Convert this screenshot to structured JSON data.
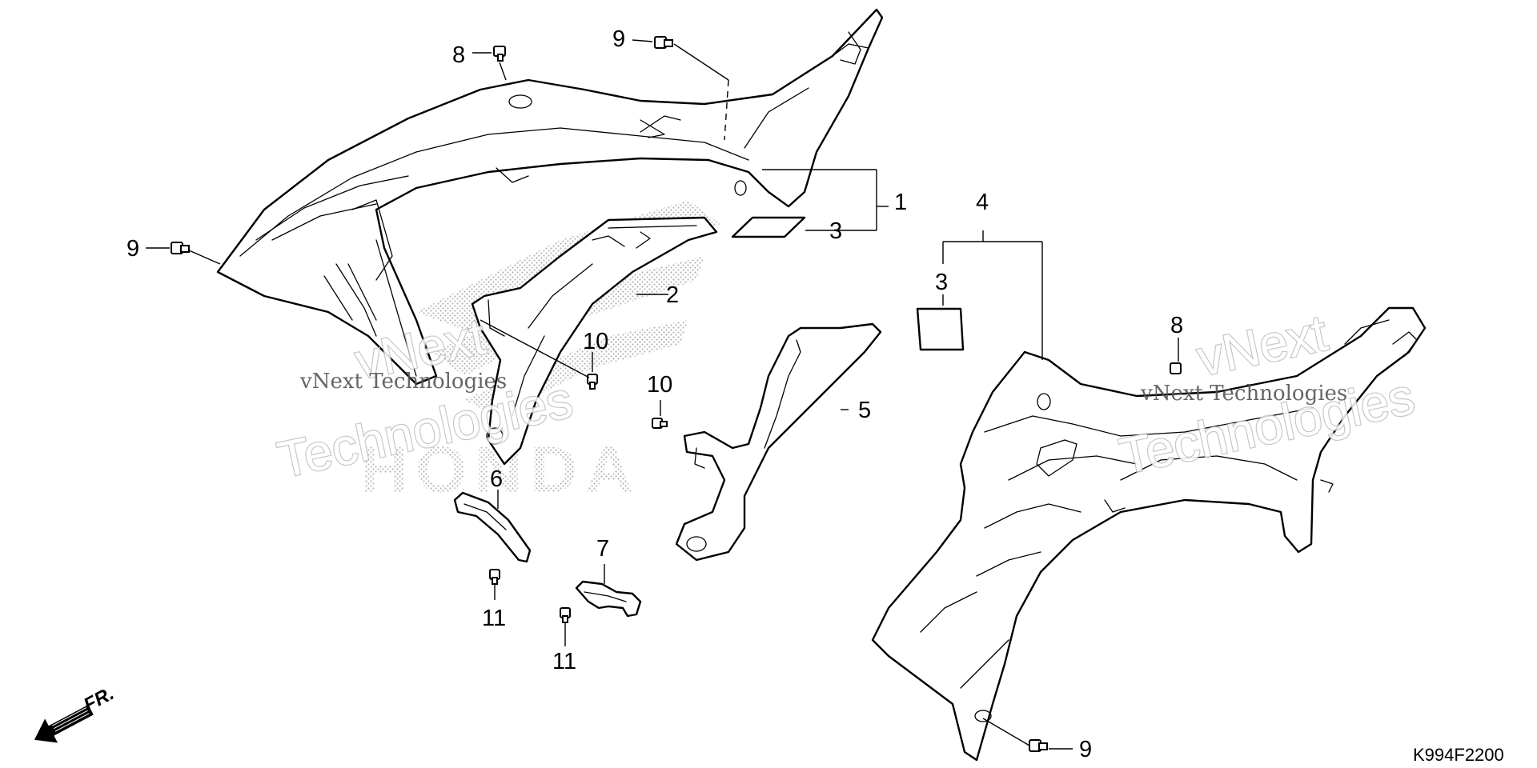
{
  "callouts": {
    "c1": "1",
    "c2": "2",
    "c3a": "3",
    "c3b": "3",
    "c4": "4",
    "c5": "5",
    "c6": "6",
    "c7": "7",
    "c8a": "8",
    "c8b": "8",
    "c9a": "9",
    "c9b": "9",
    "c9c": "9",
    "c10a": "10",
    "c10b": "10",
    "c11a": "11",
    "c11b": "11"
  },
  "watermark": {
    "line1": "vNext",
    "line2": "Technologies",
    "small": "vNext Technologies",
    "logo": "HONDA"
  },
  "diagram_code": "K994F2200",
  "front_label": "FR."
}
